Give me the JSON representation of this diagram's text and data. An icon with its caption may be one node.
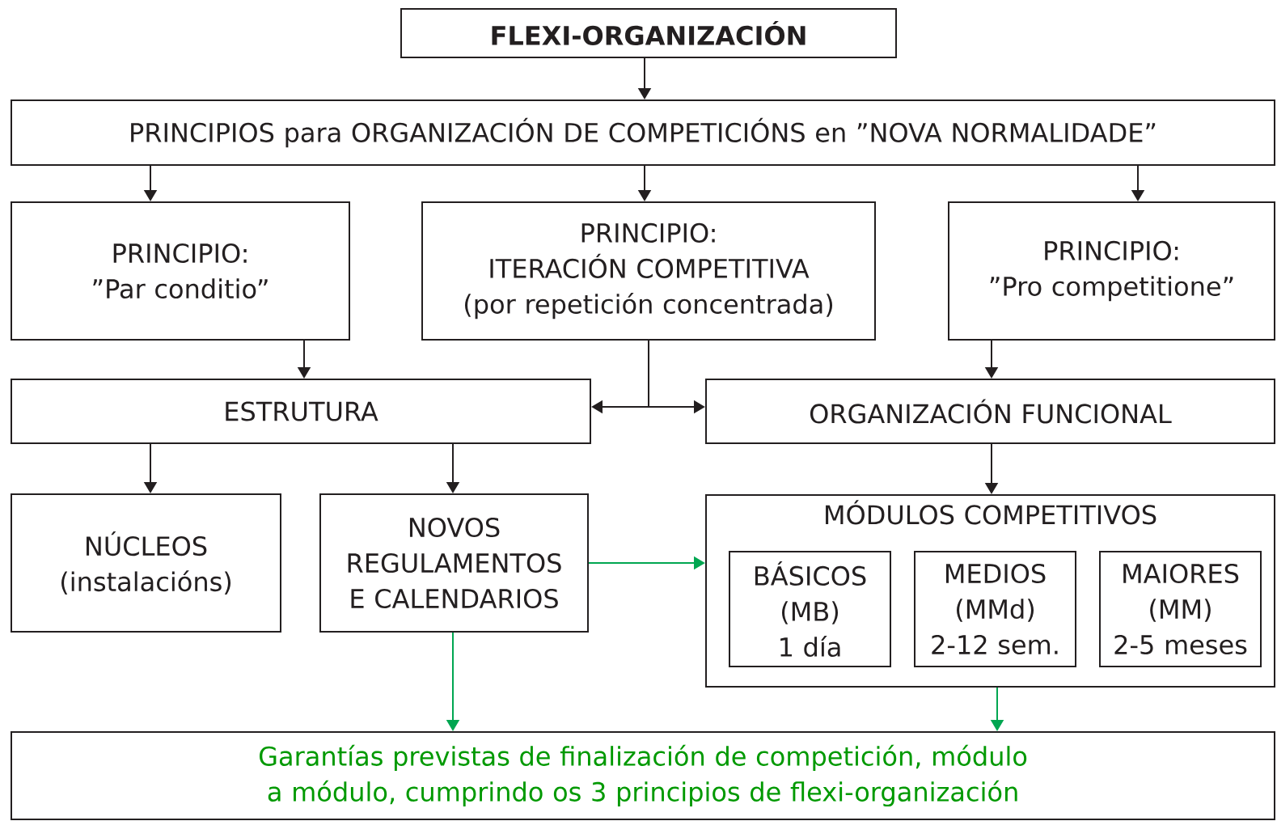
{
  "diagram": {
    "nodes": [
      {
        "text": [
          "FLEXI-ORGANIZACIÓN"
        ]
      },
      {
        "text": [
          "PRINCIPIOS para ORGANIZACIÓN DE COMPETICIÓNS en ”NOVA NORMALIDADE”"
        ]
      },
      {
        "text": [
          "PRINCIPIO:",
          "”Par conditio”"
        ]
      },
      {
        "text": [
          "PRINCIPIO:",
          "ITERACIÓN COMPETITIVA",
          "(por repetición concentrada)"
        ]
      },
      {
        "text": [
          "PRINCIPIO:",
          "”Pro competitione”"
        ]
      },
      {
        "text": [
          "ESTRUTURA"
        ]
      },
      {
        "text": [
          "ORGANIZACIÓN FUNCIONAL"
        ]
      },
      {
        "text": [
          "NÚCLEOS",
          "(instalacións)"
        ]
      },
      {
        "text": [
          "NOVOS REGULAMENTOS E CALENDARIOS"
        ]
      },
      {
        "text": [
          "MÓDULOS COMPETITIVOS"
        ]
      },
      {
        "text": [
          "BÁSICOS",
          "(MB)",
          "1 día"
        ],
        "in": 9
      },
      {
        "text": [
          "MEDIOS",
          "(MMd)",
          "2-12 sem."
        ],
        "in": 9
      },
      {
        "text": [
          "MAIORES",
          "(MM)",
          "2-5 meses"
        ],
        "in": 9
      },
      {
        "text": [
          "Garantías previstas de finalización de competición, módulo a módulo, cumprindo os 3 principios de flexi-organización"
        ]
      }
    ],
    "edges": [
      {
        "from": 0,
        "to": 1,
        "arrow": "to"
      },
      {
        "from": 1,
        "to": 2,
        "arrow": "to"
      },
      {
        "from": 1,
        "to": 3,
        "arrow": "to"
      },
      {
        "from": 1,
        "to": 4,
        "arrow": "to"
      },
      {
        "from": 2,
        "to": 5,
        "arrow": "to"
      },
      {
        "from": 3,
        "to": 5,
        "arrow": "to"
      },
      {
        "from": 3,
        "to": 6,
        "arrow": "to"
      },
      {
        "from": 4,
        "to": 6,
        "arrow": "to"
      },
      {
        "from": 5,
        "to": 7,
        "arrow": "to"
      },
      {
        "from": 5,
        "to": 8,
        "arrow": "to"
      },
      {
        "from": 6,
        "to": 9,
        "arrow": "to"
      },
      {
        "from": 8,
        "to": 9,
        "arrow": "to",
        "color": "#00a651"
      },
      {
        "from": 8,
        "to": 13,
        "arrow": "to",
        "color": "#00a651"
      },
      {
        "from": 9,
        "to": 13,
        "arrow": "to",
        "color": "#00a651"
      }
    ]
  }
}
